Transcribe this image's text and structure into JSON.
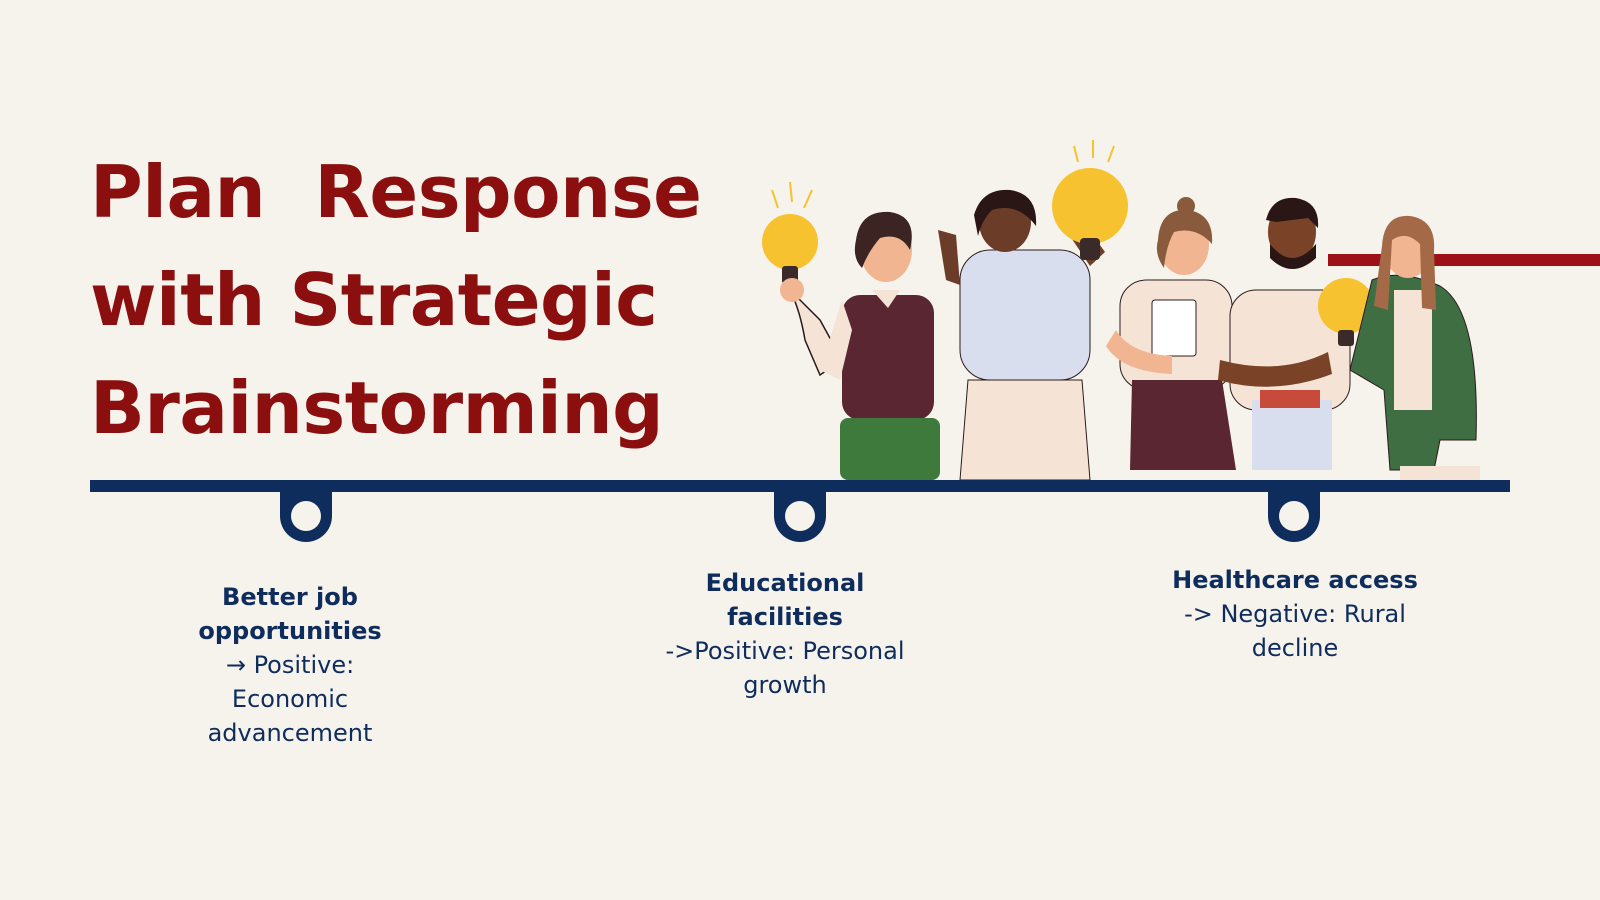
{
  "title": {
    "lines": [
      "Plan  Response",
      "with Strategic",
      "Brainstorming"
    ]
  },
  "colors": {
    "title": "#8b0f0e",
    "timeline": "#0f2d5c",
    "accent_red": "#9b1218",
    "background": "#f6f3ec",
    "bulb": "#f7c22f"
  },
  "timeline": {
    "items": [
      {
        "head": "Better job\nopportunities",
        "desc": "→ Positive:\nEconomic\nadvancement"
      },
      {
        "head": "Educational\nfacilities",
        "desc": "->Positive: Personal\ngrowth"
      },
      {
        "head": "Healthcare access",
        "desc": "-> Negative: Rural\ndecline"
      }
    ]
  },
  "illustration": {
    "icon": "people-with-lightbulbs-illustration"
  }
}
